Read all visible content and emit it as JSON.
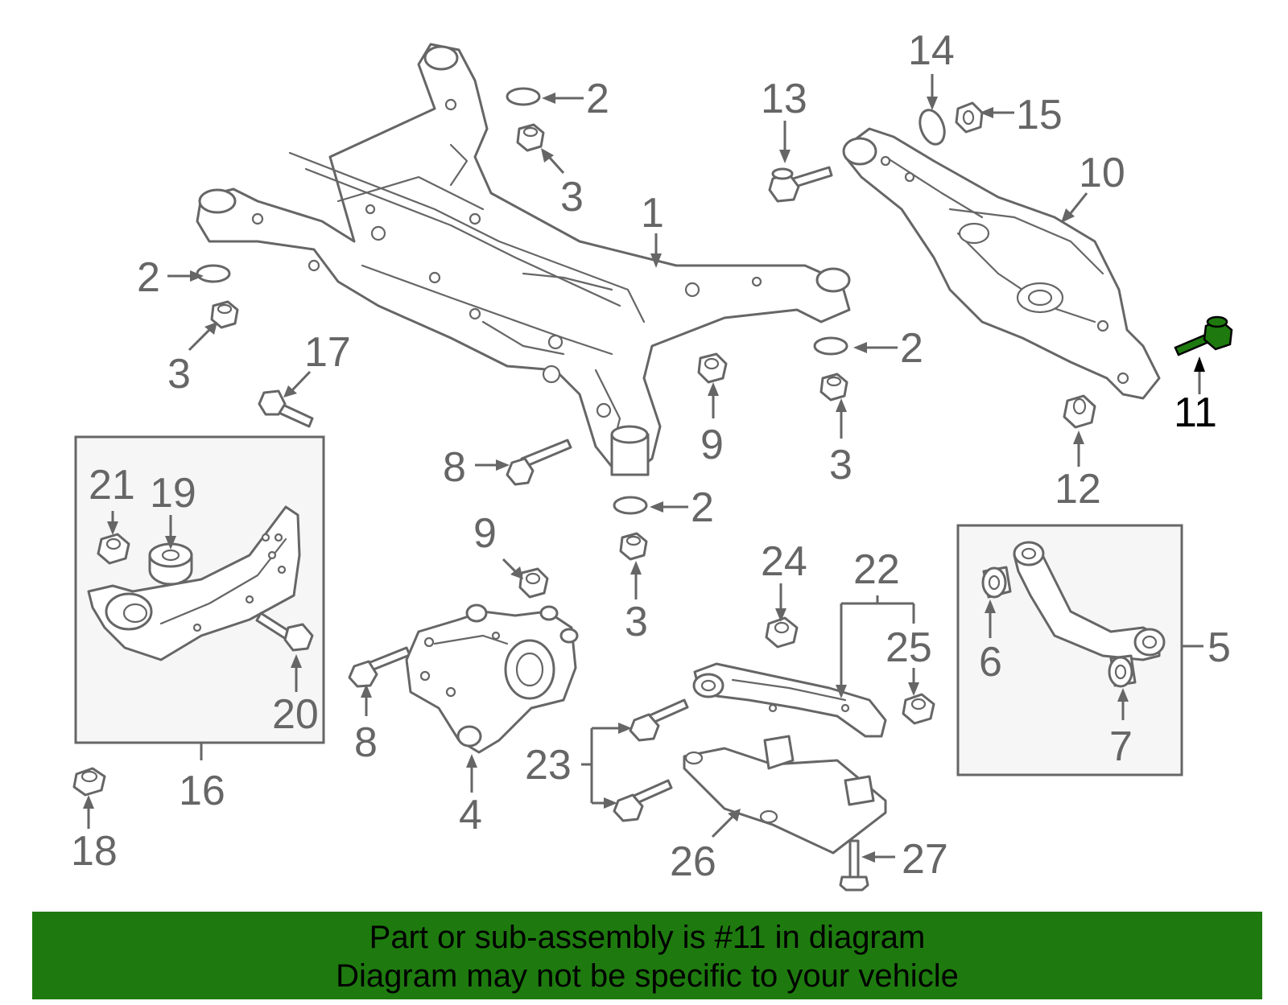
{
  "highlight_color": "#1e7a0f",
  "banner": {
    "line1": "Part or sub-assembly is #11 in diagram",
    "line2": "Diagram may not be specific to your vehicle"
  },
  "callouts": {
    "c1": "1",
    "c2a": "2",
    "c2b": "2",
    "c2c": "2",
    "c2d": "2",
    "c3a": "3",
    "c3b": "3",
    "c3c": "3",
    "c3d": "3",
    "c4": "4",
    "c5": "5",
    "c6": "6",
    "c7": "7",
    "c8a": "8",
    "c8b": "8",
    "c9a": "9",
    "c9b": "9",
    "c10": "10",
    "c11": "11",
    "c12": "12",
    "c13": "13",
    "c14": "14",
    "c15": "15",
    "c16": "16",
    "c17": "17",
    "c18": "18",
    "c19": "19",
    "c20": "20",
    "c21": "21",
    "c22": "22",
    "c23": "23",
    "c24": "24",
    "c25": "25",
    "c26": "26",
    "c27": "27"
  }
}
